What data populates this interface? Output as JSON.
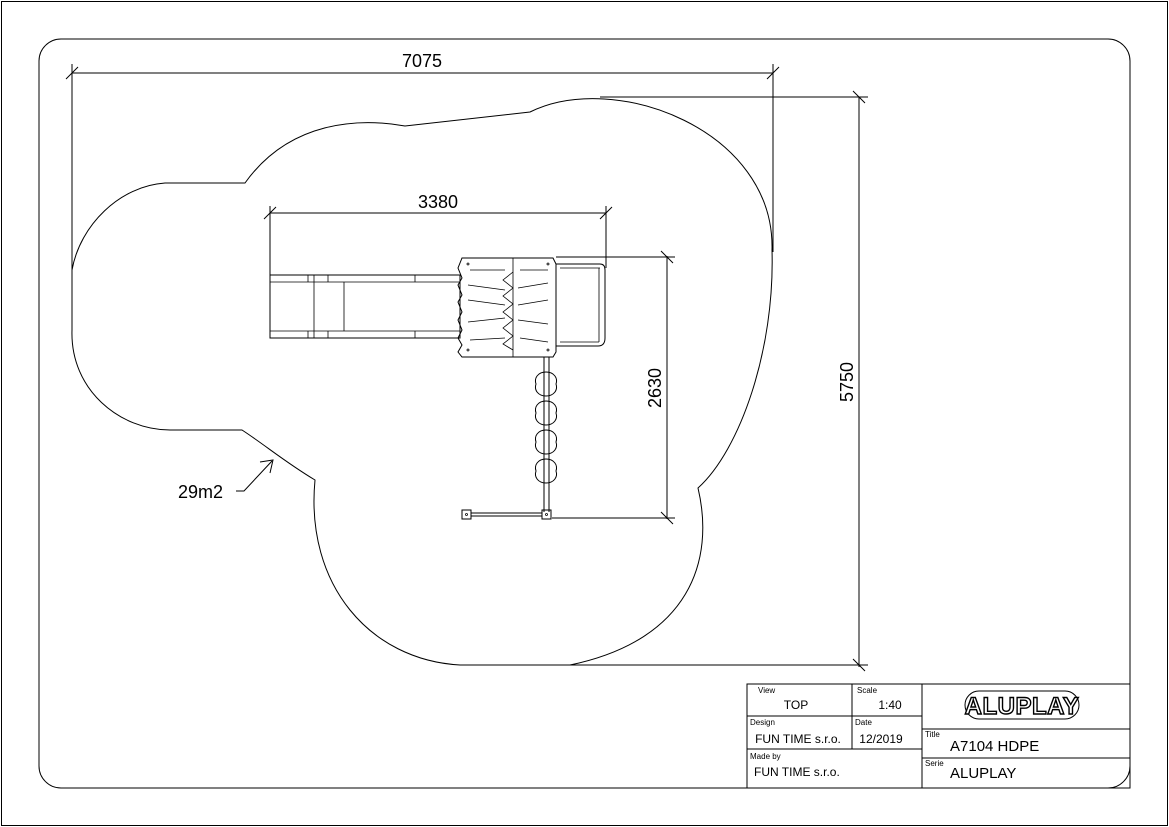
{
  "dimensions": {
    "overall_width": "7075",
    "overall_depth": "5750",
    "equipment_width": "3380",
    "equipment_depth": "2630",
    "area": "29m2"
  },
  "title_block": {
    "view_label": "View",
    "view_value": "TOP",
    "scale_label": "Scale",
    "scale_value": "1:40",
    "design_label": "Design",
    "design_value": "FUN TIME s.r.o.",
    "date_label": "Date",
    "date_value": "12/2019",
    "madeby_label": "Made by",
    "madeby_value": "FUN TIME s.r.o.",
    "title_label": "Title",
    "title_value": "A7104 HDPE",
    "serie_label": "Serie",
    "serie_value": "ALUPLAY",
    "logo_text": "ALUPLAY"
  }
}
